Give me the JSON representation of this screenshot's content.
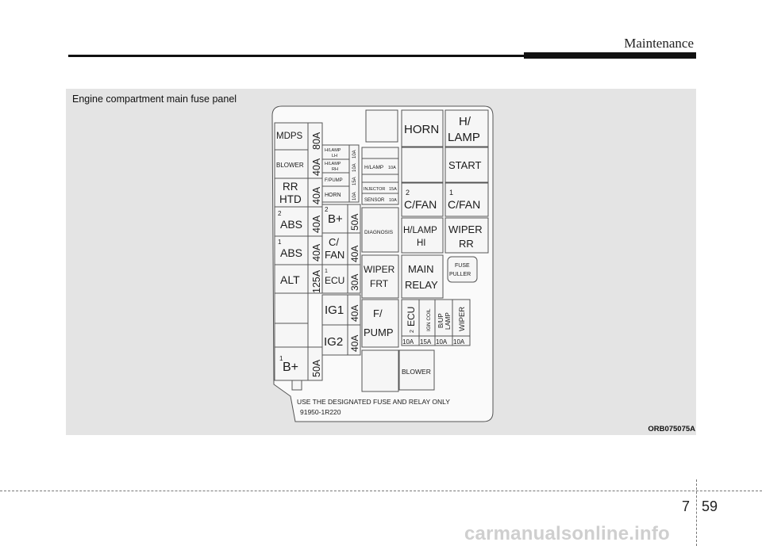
{
  "header": {
    "section": "Maintenance"
  },
  "figure": {
    "caption": "Engine compartment main fuse panel",
    "code": "ORB075075A",
    "panel": {
      "left_col": {
        "mdps": "MDPS",
        "blower": "BLOWER",
        "rr": "RR",
        "htd": "HTD",
        "abs2_sup": "2",
        "abs2": "ABS",
        "abs1_sup": "1",
        "abs1": "ABS",
        "alt": "ALT",
        "bplus1_sup": "1",
        "bplus1": "B+"
      },
      "left_amps": {
        "a80": "80A",
        "a40_1": "40A",
        "a40_2": "40A",
        "a40_3": "40A",
        "a40_4": "40A",
        "a125": "125A",
        "a50": "50A"
      },
      "mini": {
        "hlamp_lh_1": "H/LAMP",
        "hlamp_lh_2": "LH",
        "hlamp_lh_amp": "10A",
        "hlamp_rh_1": "H/LAMP",
        "hlamp_rh_2": "RH",
        "hlamp_rh_amp": "10A",
        "fpump": "F/PUMP",
        "fpump_amp": "15A",
        "horn": "HORN",
        "horn_amp": "10A"
      },
      "mid_col": {
        "bplus2_sup": "2",
        "bplus2": "B+",
        "bplus2_amp": "50A",
        "cfan_1": "C/",
        "cfan_2": "FAN",
        "cfan_amp": "40A",
        "ecu1_sup": "1",
        "ecu1": "ECU",
        "ecu1_amp": "30A",
        "ig1": "IG1",
        "ig1_amp": "40A",
        "ig2": "IG2",
        "ig2_amp": "40A"
      },
      "small": {
        "hlamp": "H/LAMP",
        "hlamp_amp": "10A",
        "injector": "INJECTOR",
        "injector_amp": "15A",
        "sensor": "SENSOR",
        "sensor_amp": "10A",
        "diagnosis": "DIAGNOSIS"
      },
      "relays": {
        "wiper_frt_1": "WIPER",
        "wiper_frt_2": "FRT",
        "fpump_1": "F/",
        "fpump_2": "PUMP",
        "horn": "HORN",
        "hlamp_1": "H/",
        "hlamp_2": "LAMP",
        "start": "START",
        "cfan2_sup": "2",
        "cfan2": "C/FAN",
        "cfan1_sup": "1",
        "cfan1": "C/FAN",
        "hlamp_hi_1": "H/LAMP",
        "hlamp_hi_2": "HI",
        "wiper_rr_1": "WIPER",
        "wiper_rr_2": "RR",
        "main_1": "MAIN",
        "main_2": "RELAY",
        "puller_1": "FUSE",
        "puller_2": "PULLER",
        "blower": "BLOWER"
      },
      "vert": {
        "ecu2_sup": "2",
        "ecu2": "ECU",
        "ecu2_amp": "10A",
        "igncoil": "IGN COIL",
        "igncoil_amp": "15A",
        "bup_1": "B/UP",
        "bup_2": "LAMP",
        "bup_amp": "10A",
        "wiper": "WIPER",
        "wiper_amp": "10A"
      },
      "footer_1": "USE THE DESIGNATED FUSE AND RELAY ONLY",
      "footer_2": "91950-1R220"
    }
  },
  "footer": {
    "chapter": "7",
    "page": "59",
    "watermark": "carmanualsonline.info"
  }
}
